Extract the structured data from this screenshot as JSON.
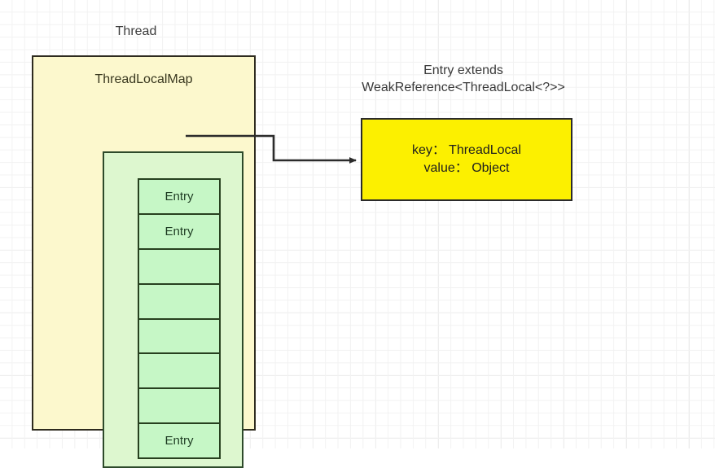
{
  "diagram": {
    "title_label": "Thread",
    "right_heading": "Entry extends\nWeakReference<ThreadLocal<?>>",
    "right_heading_line1": "Entry extends",
    "right_heading_line2": "WeakReference<ThreadLocal<?>>"
  },
  "thread_box": {
    "label": "Thread",
    "fill_color": "#fcf8cd",
    "border_color": "#2e2b1f"
  },
  "map_box": {
    "label": "ThreadLocalMap",
    "fill_color": "#ddf7cf",
    "border_color": "#2d4a2a"
  },
  "entry_table": {
    "cell_fill_color": "#c6f7c6",
    "cell_border_color": "#27401f",
    "cells": [
      {
        "label": "Entry",
        "occupied": true
      },
      {
        "label": "Entry",
        "occupied": true
      },
      {
        "label": "",
        "occupied": false
      },
      {
        "label": "",
        "occupied": false
      },
      {
        "label": "",
        "occupied": false
      },
      {
        "label": "",
        "occupied": false
      },
      {
        "label": "",
        "occupied": false
      },
      {
        "label": "Entry",
        "occupied": true
      }
    ]
  },
  "entry_detail": {
    "key_line": "key： ThreadLocal",
    "value_line": "value： Object",
    "fill_color": "#fcf000",
    "border_color": "#2b2b2b"
  },
  "connector": {
    "stroke_color": "#2b2b2b",
    "from": "entry-cell-0",
    "to": "entry-detail-box"
  }
}
